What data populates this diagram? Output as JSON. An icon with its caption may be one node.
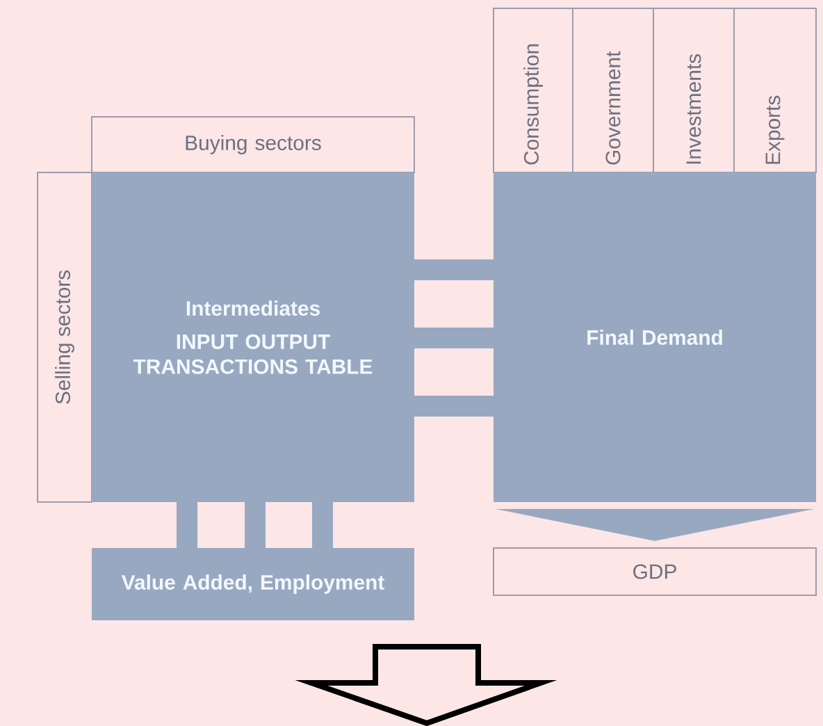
{
  "diagram": {
    "nodes": [
      {
        "text": [
          "Buying sectors"
        ]
      },
      {
        "text": [
          "Selling sectors"
        ]
      },
      {
        "text": [
          "Intermediates",
          "INPUT OUTPUT TRANSACTIONS TABLE"
        ]
      },
      {
        "text": [
          "Consumption"
        ]
      },
      {
        "text": [
          "Government"
        ]
      },
      {
        "text": [
          "Investments"
        ]
      },
      {
        "text": [
          "Exports"
        ]
      },
      {
        "text": [
          "Final Demand"
        ]
      },
      {
        "text": [
          "Value Added, Employment"
        ]
      },
      {
        "text": [
          "GDP"
        ]
      }
    ],
    "edges": [
      {
        "from": 2,
        "to": 7,
        "arrow": "none"
      },
      {
        "from": 2,
        "to": 7,
        "arrow": "none"
      },
      {
        "from": 2,
        "to": 7,
        "arrow": "none"
      },
      {
        "from": 2,
        "to": 8,
        "arrow": "none"
      },
      {
        "from": 2,
        "to": 8,
        "arrow": "none"
      },
      {
        "from": 2,
        "to": 8,
        "arrow": "none"
      },
      {
        "from": 7,
        "to": 9,
        "arrow": "to"
      }
    ]
  }
}
